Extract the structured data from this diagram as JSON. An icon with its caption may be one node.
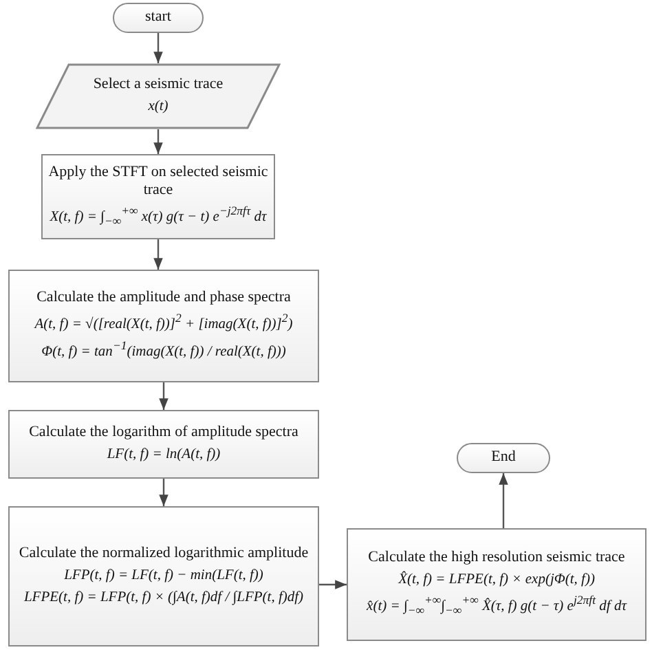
{
  "diagram": {
    "nodes": [
      {
        "text": [
          "start"
        ]
      },
      {
        "text": [
          "Select a seismic trace",
          "x(t)"
        ]
      },
      {
        "text": [
          "Apply the STFT on selected seismic trace",
          "X(t, f) = ∫$_{−∞}$$^{+∞}$ x(τ) g(τ − t) e$^{−j2πfτ}$ dτ"
        ]
      },
      {
        "text": [
          "Calculate the amplitude and phase spectra",
          "A(t, f) = √([real(X(t, f))]$^{2}$ + [imag(X(t, f))]$^{2}$)",
          "Φ(t, f) = tan$^{−1}$(imag(X(t, f)) / real(X(t, f)))"
        ]
      },
      {
        "text": [
          "Calculate the logarithm of amplitude spectra",
          "LF(t, f) = ln(A(t, f))"
        ]
      },
      {
        "text": [
          "Calculate the normalized logarithmic amplitude",
          "LFP(t, f) = LF(t, f) − min(LF(t, f))",
          "LFPE(t, f) = LFP(t, f) × (∫A(t, f)df / ∫LFP(t, f)df)"
        ]
      },
      {
        "text": [
          "Calculate the high resolution seismic trace",
          "X̂(t, f) = LFPE(t, f) × exp(jΦ(t, f))",
          "x̂(t) = ∫$_{−∞}$$^{+∞}$∫$_{−∞}$$^{+∞}$ X̂(τ, f) g(t − τ) e$^{j2πft}$ df dτ"
        ]
      },
      {
        "text": [
          "End"
        ]
      }
    ],
    "edges": [
      {
        "from": 0,
        "to": 1,
        "arrow": "to"
      },
      {
        "from": 1,
        "to": 2,
        "arrow": "to"
      },
      {
        "from": 2,
        "to": 3,
        "arrow": "to"
      },
      {
        "from": 3,
        "to": 4,
        "arrow": "to"
      },
      {
        "from": 4,
        "to": 5,
        "arrow": "to"
      },
      {
        "from": 5,
        "to": 6,
        "arrow": "to"
      },
      {
        "from": 6,
        "to": 7,
        "arrow": "to"
      }
    ]
  }
}
